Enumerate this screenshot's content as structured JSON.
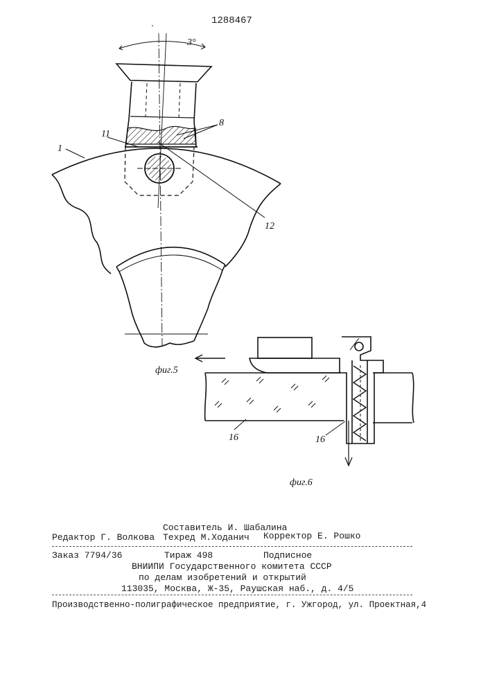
{
  "patent_number": "1288467",
  "fig5": {
    "caption": "фиг.5",
    "angle_label": "3°",
    "callouts": {
      "c1": "1",
      "c8": "8",
      "c11": "11",
      "c12": "12"
    }
  },
  "fig6": {
    "caption": "фиг.6",
    "callouts": {
      "c16a": "16",
      "c16b": "16"
    }
  },
  "colophon": {
    "compiler": "Составитель И. Шабалина",
    "editor": "Редактор Г. Волкова",
    "techred": "Техред М.Ходанич",
    "corrector": "Корректор Е. Рошко",
    "order": "Заказ 7794/36",
    "circulation": "Тираж 498",
    "subscription": "Подписное",
    "institute": "ВНИИПИ Государственного комитета СССР",
    "affairs": "по делам изобретений и открытий",
    "address": "113035, Москва, Ж-35, Раушская наб., д. 4/5",
    "enterprise": "Производственно-полиграфическое предприятие, г. Ужгород, ул. Проектная,4"
  }
}
